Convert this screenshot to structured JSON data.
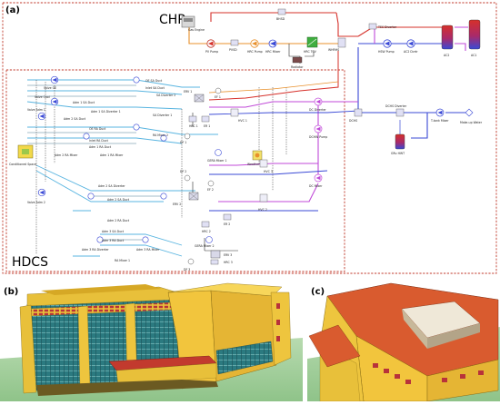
{
  "panels": {
    "a": "(a)",
    "b": "(b)",
    "c": "(c)"
  },
  "regions": {
    "chp": "CHP",
    "hdcs": "HDCS"
  },
  "chp_components": {
    "gas_engine": "Gas Engine",
    "pv_pump": "PV Pump",
    "pvsd": "PVSD",
    "bhsd": "BHSD",
    "hrc_pump": "HRC Pump",
    "hrc_mixer": "HRC Mixer",
    "hrc_tcv": "HRC TCV",
    "radiator": "Radiator",
    "whrhs": "WHRHS",
    "tes_diverter": "TES Diverter",
    "hsw_pump": "HSW Pump",
    "ac2_dvrtr": "AC2 Dvrtr",
    "ac2": "AC2",
    "ac1": "AC1"
  },
  "hdcs_components": {
    "valve_oe": "Valve OE",
    "valve_cool": "Valve Cool",
    "valve_adm1": "Valve Adm 1",
    "valve_adm2": "Valve Adm 2",
    "oe_sa_duct": "OE SA Duct",
    "inlet_sa_duct": "Inlet SA Duct",
    "adm1_sa_duct": "Adm 1 SA Duct",
    "adm1_sa_diverter_1": "Adm 1 SA Diverter 1",
    "adm2_sa_duct": "Adm 2 SA Duct",
    "oe_ra_duct": "OE RA Duct",
    "inlet_ra_duct": "Inlet RA Duct",
    "adm1_ra_duct": "Adm 1 RA Duct",
    "adm2_ra_mixer": "Adm 2 RA Mixer",
    "adm1_ra_mixer": "Adm 1 RA Mixer",
    "adm2_sa_diverter": "Adm 2 SA Diverter",
    "conditioned_space": "Conditioned Space",
    "sa_diverter_1": "SA Diverter 1",
    "sa_diverter_2": "SA Diverter 2",
    "ra_mixer_1": "RA Mixer 1",
    "ra_mixer_2": "RA Mixer 2",
    "hrc_1": "HRC 1",
    "hrc_2": "HRC 2",
    "hrc_3": "HRC 3",
    "erv_1": "ERV 1",
    "erv_2": "ERV 2",
    "erv_3": "ERV 3",
    "ef_1": "EF 1",
    "ef_2": "EF 2",
    "df_1": "DF 1",
    "df_2": "DF 2",
    "df_3": "DF 3",
    "er_1": "ER 1",
    "er_2": "ER 2",
    "hvc_1": "HVC 1",
    "hvc_2": "HVC 2",
    "hvc_3": "HVC 3",
    "gera_mixer_1": "GERA Mixer 1",
    "gera_mixer_2": "GERA Mixer 2",
    "weather_data": "Weather Data",
    "adm2_sa_duct_a": "Adm 2 SA Duct",
    "adm2_ra_duct": "Adm 2 RA Duct",
    "adm3_sa_duct": "Adm 3 SA Duct",
    "adm3_ra_duct": "Adm 3 RA Duct",
    "adm3_ra_diverter": "Adm 3 RA Diverter",
    "adm3_ra_mixer": "Adm 3 RA Mixer",
    "dc_diverter": "DC Diverter",
    "dchw_pump": "DCHW Pump",
    "dc_mixer": "DC Mixer",
    "dchs": "DCHS",
    "dchs_diverter": "DCHS Diverter",
    "tank_mixer": "T-tank Mixer",
    "makeup_water": "Make-up Water",
    "gru_hwt": "GRu HWT"
  },
  "colors": {
    "frame": "#c0392b",
    "hot_red": "#d6302a",
    "hot_orange": "#e8902b",
    "cold_blue": "#3a49d6",
    "purple": "#c04ad8",
    "light_blue": "#58b4e0",
    "dark_line": "#2c2c2c",
    "sky": "#ffffff",
    "ground": "#a7cfa0",
    "building_yellow": "#f2c53d",
    "roof_red": "#d95b2f",
    "glass": "#2f7f86"
  }
}
